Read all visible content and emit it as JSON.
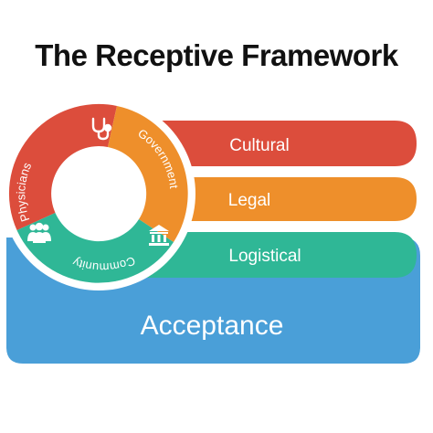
{
  "title": "The Receptive Framework",
  "bars": {
    "cultural": "Cultural",
    "legal": "Legal",
    "logistical": "Logistical",
    "acceptance": "Acceptance"
  },
  "ring": {
    "physicians": "Physicians",
    "government": "Government",
    "community": "Community"
  },
  "colors": {
    "red": "#dc4d3c",
    "orange": "#ee8f2b",
    "teal": "#2fb796",
    "blue": "#4a9fd8",
    "white": "#ffffff"
  },
  "icons": [
    "stethoscope-icon",
    "government-building-icon",
    "people-group-icon"
  ]
}
